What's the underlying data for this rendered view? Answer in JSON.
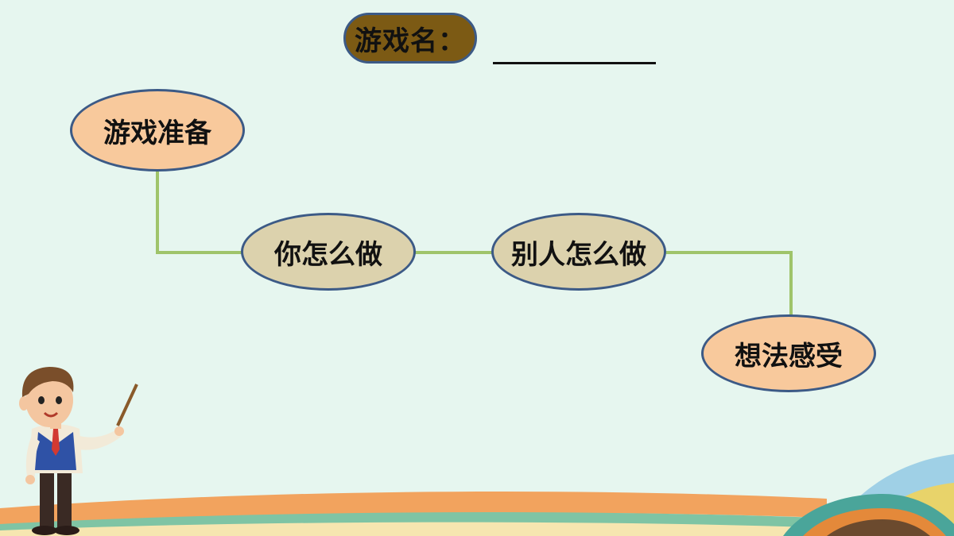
{
  "title": {
    "label": "游戏名："
  },
  "nodes": {
    "preparation": "游戏准备",
    "you": "你怎么做",
    "others": "别人怎么做",
    "feelings": "想法感受"
  },
  "colors": {
    "background": "#e6f6ef",
    "title_fill": "#7c5a14",
    "node_outline": "#3c5a86",
    "orange_node": "#f8c99c",
    "beige_node": "#dcd2ad",
    "connector": "#9fc46a"
  }
}
